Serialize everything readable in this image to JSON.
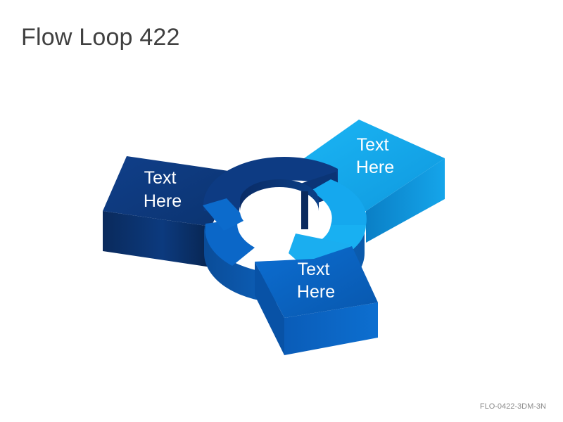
{
  "title": "Flow Loop 422",
  "footer_code": "FLO-0422-3DM-3N",
  "segments": [
    {
      "label_line1": "Text",
      "label_line2": "Here",
      "color": "#14a9ee"
    },
    {
      "label_line1": "Text",
      "label_line2": "Here",
      "color": "#0d3b83"
    },
    {
      "label_line1": "Text",
      "label_line2": "Here",
      "color": "#0a63c3"
    }
  ],
  "colors": {
    "light_blue": "#14a9ee",
    "dark_navy": "#0d3b83",
    "mid_blue": "#0a63c3"
  }
}
